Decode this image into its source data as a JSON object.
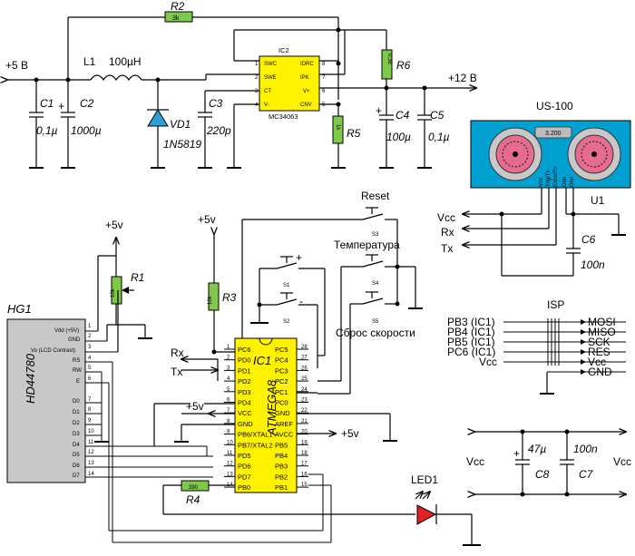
{
  "power": {
    "p5": "+5 В",
    "p12": "+12 В"
  },
  "parts": {
    "R2": {
      "ref": "R2",
      "val": "3k"
    },
    "L1": {
      "ref": "L1",
      "val": "100µH"
    },
    "C1": {
      "ref": "C1",
      "val": "0,1µ"
    },
    "C2": {
      "ref": "C2",
      "val": "1000µ"
    },
    "VD1": {
      "ref": "VD1",
      "val": "1N5819"
    },
    "C3": {
      "ref": "C3",
      "val": "220p"
    },
    "IC2": {
      "ref": "IC2",
      "name": "MC34063",
      "pins": [
        "SWC",
        "SWE",
        "CT",
        "V-",
        "IDRC",
        "IPK",
        "V+",
        "CNV"
      ]
    },
    "R6": {
      "ref": "R6",
      "val": "0,3E"
    },
    "R5": {
      "ref": "R5",
      "val": "1k"
    },
    "C4": {
      "ref": "C4",
      "val": "100µ"
    },
    "C5": {
      "ref": "C5",
      "val": "0,1µ"
    },
    "US": {
      "title": "US-100",
      "val": "3.200",
      "ref": "U1",
      "pins": [
        "Vcc",
        "Trig/Tx",
        "Echo/Rx",
        "Gnd",
        "Gnd"
      ]
    },
    "C6": {
      "ref": "C6",
      "val": "100n"
    },
    "HG1": {
      "ref": "HG1",
      "name": "HD44780",
      "pins": [
        "Vdd (+5V)",
        "GND",
        "Vo (LCD Contrast)",
        "RS",
        "RW",
        "E",
        "D0",
        "D1",
        "D2",
        "D3",
        "D4",
        "D5",
        "D6",
        "D7"
      ]
    },
    "R1": {
      "ref": "R1",
      "val": "10k"
    },
    "R3": {
      "ref": "R3",
      "val": "10k"
    },
    "R4": {
      "ref": "R4",
      "val": "390"
    },
    "IC1": {
      "ref": "IC1",
      "name": "ATMEGA8",
      "left": [
        "PC6",
        "PD0",
        "PD1",
        "PD2",
        "PD3",
        "PD4",
        "VCC",
        "GND",
        "PB6/XTAL1",
        "PB7/XTAL2",
        "PD5",
        "PD6",
        "PD7",
        "PB0"
      ],
      "right": [
        "PC5",
        "PC4",
        "PC3",
        "PC2",
        "PC1",
        "PC0",
        "GND",
        "AREF",
        "AVCC",
        "PB5",
        "PB4",
        "PB3",
        "PB2",
        "PB1"
      ]
    },
    "LED1": {
      "ref": "LED1"
    },
    "C7": {
      "ref": "C7",
      "val": "100n"
    },
    "C8": {
      "ref": "C8",
      "val": "47µ"
    }
  },
  "switches": {
    "reset": "Reset",
    "s1": "S1",
    "s2": "S2",
    "s3": "S3",
    "s4": "S4",
    "s5": "S5",
    "temp": "Температура",
    "speed": "Сброс скорости"
  },
  "signals": {
    "vcc": "Vcc",
    "rx": "Rx",
    "tx": "Tx",
    "p5v": "+5v"
  },
  "isp": {
    "title": "ISP",
    "left": [
      "PB3 (IC1)",
      "PB4 (IC1)",
      "PB5 (IC1)",
      "PC6 (IC1)",
      "Vcc"
    ],
    "right": [
      "MOSI",
      "MISO",
      "SCK",
      "RES",
      "Vcc",
      "GND"
    ]
  }
}
